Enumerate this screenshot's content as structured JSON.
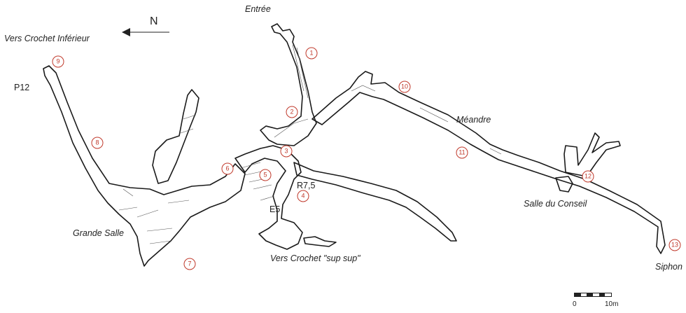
{
  "labels": {
    "entree": "Entrée",
    "vers_crochet_inferieur": "Vers Crochet Inférieur",
    "p12": "P12",
    "grande_salle": "Grande Salle",
    "meandre": "Méandre",
    "salle_du_conseil": "Salle du Conseil",
    "siphon": "Siphon",
    "r7_5": "R7,5",
    "e5": "E5",
    "vers_crochet_sup_sup": "Vers Crochet \"sup sup\""
  },
  "north": {
    "letter": "N"
  },
  "markers": [
    "1",
    "2",
    "3",
    "4",
    "5",
    "6",
    "7",
    "8",
    "9",
    "10",
    "11",
    "12",
    "13"
  ],
  "scale": {
    "start": "0",
    "end": "10m"
  },
  "colors": {
    "passage_outline": "#1a1a1a",
    "station_marker": "#c0392b"
  }
}
